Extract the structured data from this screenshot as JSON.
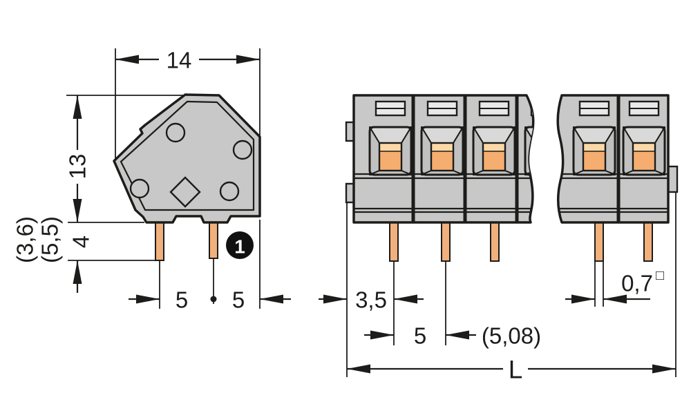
{
  "side_view": {
    "dim_width": "14",
    "dim_height": "13",
    "dim_pin_length": "4",
    "dim_pin_length_alt_short": "(3,6)",
    "dim_pin_length_alt_long": "(5,5)",
    "dim_pin_spacing_left": "5",
    "dim_pin_spacing_right": "5",
    "callout": "1"
  },
  "front_view": {
    "dim_edge_to_first_pin": "3,5",
    "dim_pin_pitch": "5",
    "dim_pin_pitch_alt": "(5,08)",
    "dim_pin_cross_section": "0,7",
    "dim_pin_cross_section_symbol": "□",
    "dim_overall_length": "L"
  },
  "colors": {
    "body": "#c7c8c7",
    "body_shade": "#c0c1c0",
    "body_light": "#d8d9d8",
    "slot": "#e9e9e9",
    "outline": "#1c1c1a",
    "pin": "#f1b07c",
    "orange": "#f5ae70",
    "orange_light": "#fbd8a6",
    "callout_bg": "#111111",
    "callout_fg": "#ffffff"
  }
}
